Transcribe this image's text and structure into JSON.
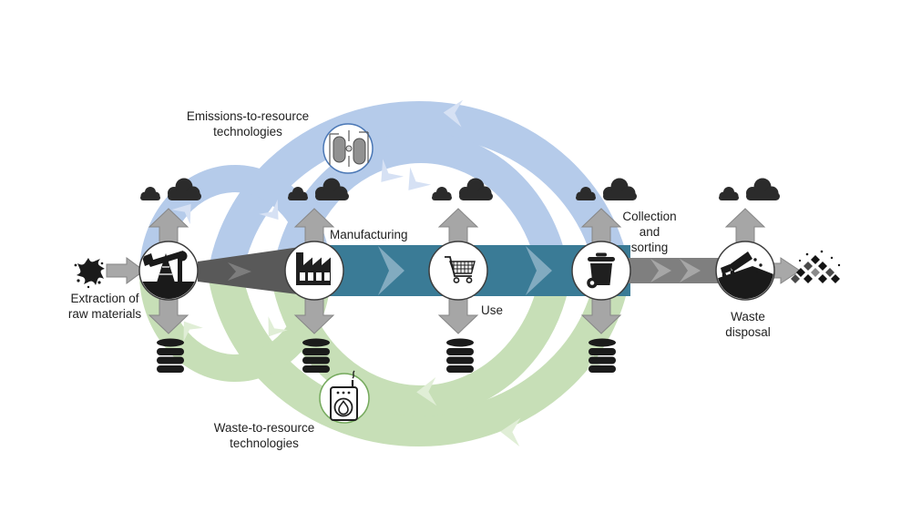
{
  "figure": {
    "type": "circular-economy-flow-diagram"
  },
  "colors": {
    "emissions_loop": "#b5cbea",
    "emissions_loop_chevron": "#d6e1f4",
    "waste_loop": "#c7dfb7",
    "waste_loop_chevron": "#e0eed6",
    "use_phase_band": "#3a7b96",
    "use_phase_chevron": "#82abc0",
    "production_band": "#595959",
    "post_use_band": "#7f7f7f",
    "block_arrow": "#a6a6a6",
    "icon_dark": "#1f1f1f"
  },
  "loops": {
    "emissions": {
      "label_lines": [
        "Emissions-to-resource",
        "technologies"
      ],
      "icon": "carbon-capture-icon"
    },
    "waste": {
      "label_lines": [
        "Waste-to-resource",
        "technologies"
      ],
      "icon": "incinerator-icon"
    }
  },
  "stations": [
    {
      "id": "extraction",
      "label_lines": [
        "Extraction of",
        "raw materials"
      ],
      "icon": "oil-pump-icon",
      "emissions_cloud": true,
      "waste_barrels": true
    },
    {
      "id": "manufacturing",
      "label_lines": [
        "Manufacturing"
      ],
      "icon": "factory-icon",
      "emissions_cloud": true,
      "waste_barrels": true
    },
    {
      "id": "use",
      "label_lines": [
        "Use"
      ],
      "icon": "shopping-cart-icon",
      "emissions_cloud": true,
      "waste_barrels": true
    },
    {
      "id": "collection",
      "label_lines": [
        "Collection",
        "and",
        "sorting"
      ],
      "icon": "trash-bin-icon",
      "emissions_cloud": true,
      "waste_barrels": true
    },
    {
      "id": "waste_disposal",
      "label_lines": [
        "Waste",
        "disposal"
      ],
      "icon": "dump-truck-icon",
      "emissions_cloud": true,
      "waste_barrels": false
    }
  ],
  "endpoints": {
    "input_icon": "raw-material-splat-icon",
    "output_icon": "waste-pile-icon"
  }
}
